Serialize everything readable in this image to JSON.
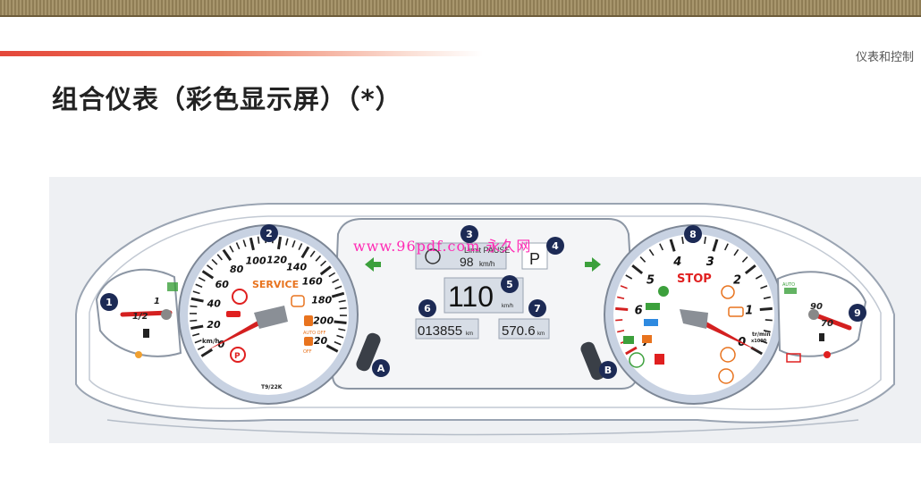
{
  "header": {
    "section_label": "仪表和控制",
    "page_title": "组合仪表（彩色显示屏）（*）"
  },
  "watermark": "www.96pdf.com 永久网",
  "callouts": [
    "1",
    "2",
    "3",
    "4",
    "5",
    "6",
    "7",
    "8",
    "9",
    "A",
    "B"
  ],
  "fuel_gauge": {
    "ticks": [
      "1/2",
      "1"
    ]
  },
  "speedometer": {
    "ticks": [
      "0",
      "20",
      "40",
      "60",
      "80",
      "100",
      "120",
      "140",
      "160",
      "180",
      "200",
      "220"
    ],
    "unit": "km/h",
    "service_label": "SERVICE",
    "model_code": "T9/22K",
    "auto_off_label": "AUTO OFF",
    "off_label": "OFF"
  },
  "display": {
    "limit_label": "Limit PAUSE",
    "limit_value": "98",
    "limit_unit": "km/h",
    "gear": "P",
    "speed_value": "110",
    "speed_unit": "km/h",
    "odometer": "013855",
    "odometer_unit": "km",
    "trip": "570.6",
    "trip_unit": "km"
  },
  "tachometer": {
    "ticks": [
      "0",
      "1",
      "2",
      "3",
      "4",
      "5",
      "6",
      "7"
    ],
    "stop_label": "STOP",
    "unit_line1": "tr/min",
    "unit_line2": "x1000"
  },
  "temp_gauge": {
    "ticks": [
      "70",
      "90"
    ],
    "auto_label": "AUTO"
  },
  "colors": {
    "accent": "#e4473a",
    "needle": "#d42020",
    "callout": "#1c2a55",
    "green_arrow": "#3ca03c"
  }
}
